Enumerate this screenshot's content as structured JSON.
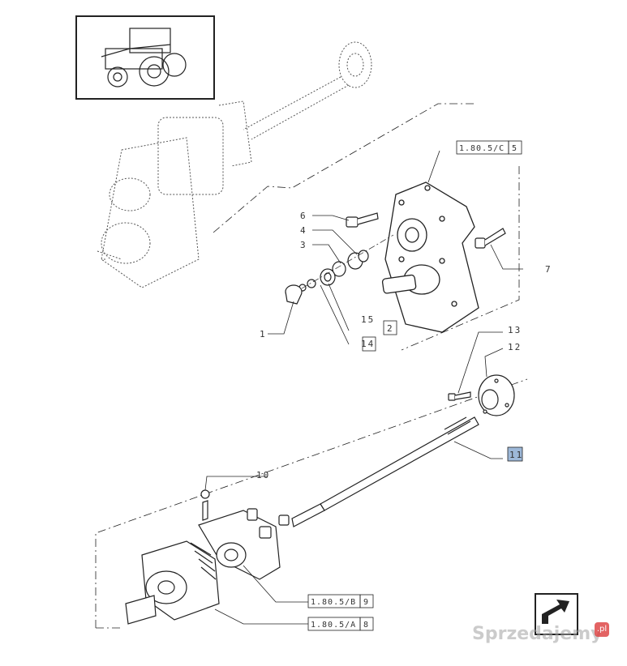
{
  "callouts": {
    "c1": "1",
    "c2": "2",
    "c3": "3",
    "c4": "4",
    "c6": "6",
    "c7": "7",
    "c10": "10",
    "c11": "11",
    "c12": "12",
    "c13": "13",
    "c14": "14",
    "c15": "15"
  },
  "refs": {
    "ref_c": "1.80.5/C",
    "ref_c_num": "5",
    "ref_b": "1.80.5/B",
    "ref_b_num": "9",
    "ref_a": "1.80.5/A",
    "ref_a_num": "8"
  },
  "watermark": {
    "text": "Sprzedajemy",
    "badge": ".pl"
  },
  "colors": {
    "line": "#222222",
    "highlight": "#9db8d8"
  }
}
